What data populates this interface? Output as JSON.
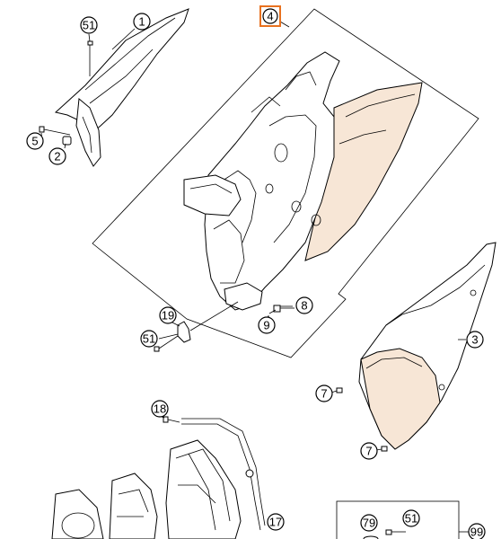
{
  "colors": {
    "highlight": "#e8711f",
    "shade": "#f7e6d6",
    "line": "#000000"
  },
  "callouts": {
    "c1": "1",
    "c51a": "51",
    "c5": "5",
    "c2": "2",
    "c4": "4",
    "c19": "19",
    "c51b": "51",
    "c8": "8",
    "c9": "9",
    "c3": "3",
    "c7a": "7",
    "c7b": "7",
    "c18": "18",
    "c17": "17",
    "c79": "79",
    "c51c": "51",
    "c99": "99"
  }
}
